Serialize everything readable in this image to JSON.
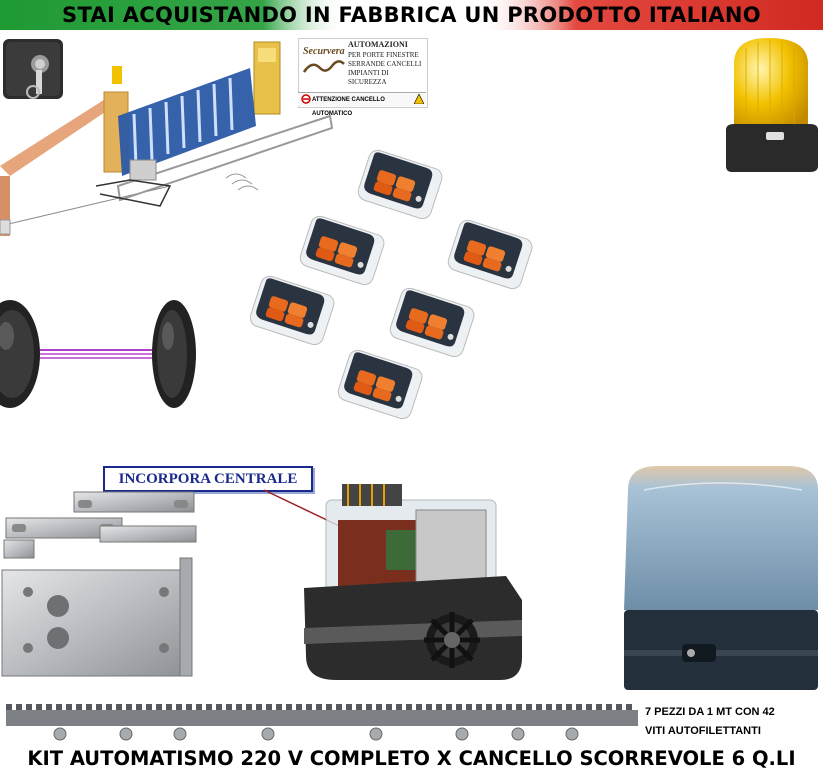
{
  "banner": {
    "text": "STAI ACQUISTANDO IN FABBRICA UN PRODOTTO ITALIANO",
    "colors": {
      "green": "#2e9e3a",
      "red": "#d8382a"
    }
  },
  "sticker": {
    "brand": "Securvera",
    "line1": "AUTOMAZIONI",
    "line2": "PER PORTE FINESTRE",
    "line3": "SERRANDE CANCELLI",
    "line4": "IMPIANTI DI SICUREZZA",
    "warning": "ATTENZIONE CANCELLO AUTOMATICO"
  },
  "callout": {
    "text": "INCORPORA CENTRALE"
  },
  "rack_note": {
    "line1": "7 PEZZI DA 1 MT CON 42",
    "line2": "VITI AUTOFILETTANTI"
  },
  "footer": {
    "text": "KIT AUTOMATISMO 220 V COMPLETO X CANCELLO SCORREVOLE 6 Q.LI"
  },
  "colors": {
    "gate_blue": "#2b5aa8",
    "flash_yellow": "#f2c200",
    "remote_dark": "#2a3340",
    "remote_orange": "#e86a1e",
    "motor_cover": "#8fb0c8",
    "motor_body": "#2c2c2c",
    "plate_steel": "#b9bcc0",
    "beam_purple": "#b040c8"
  },
  "icons": [
    "key-switch-icon",
    "flashing-lamp-icon",
    "remote-control-icon",
    "photocell-icon",
    "gear-motor-icon",
    "warning-icon"
  ]
}
